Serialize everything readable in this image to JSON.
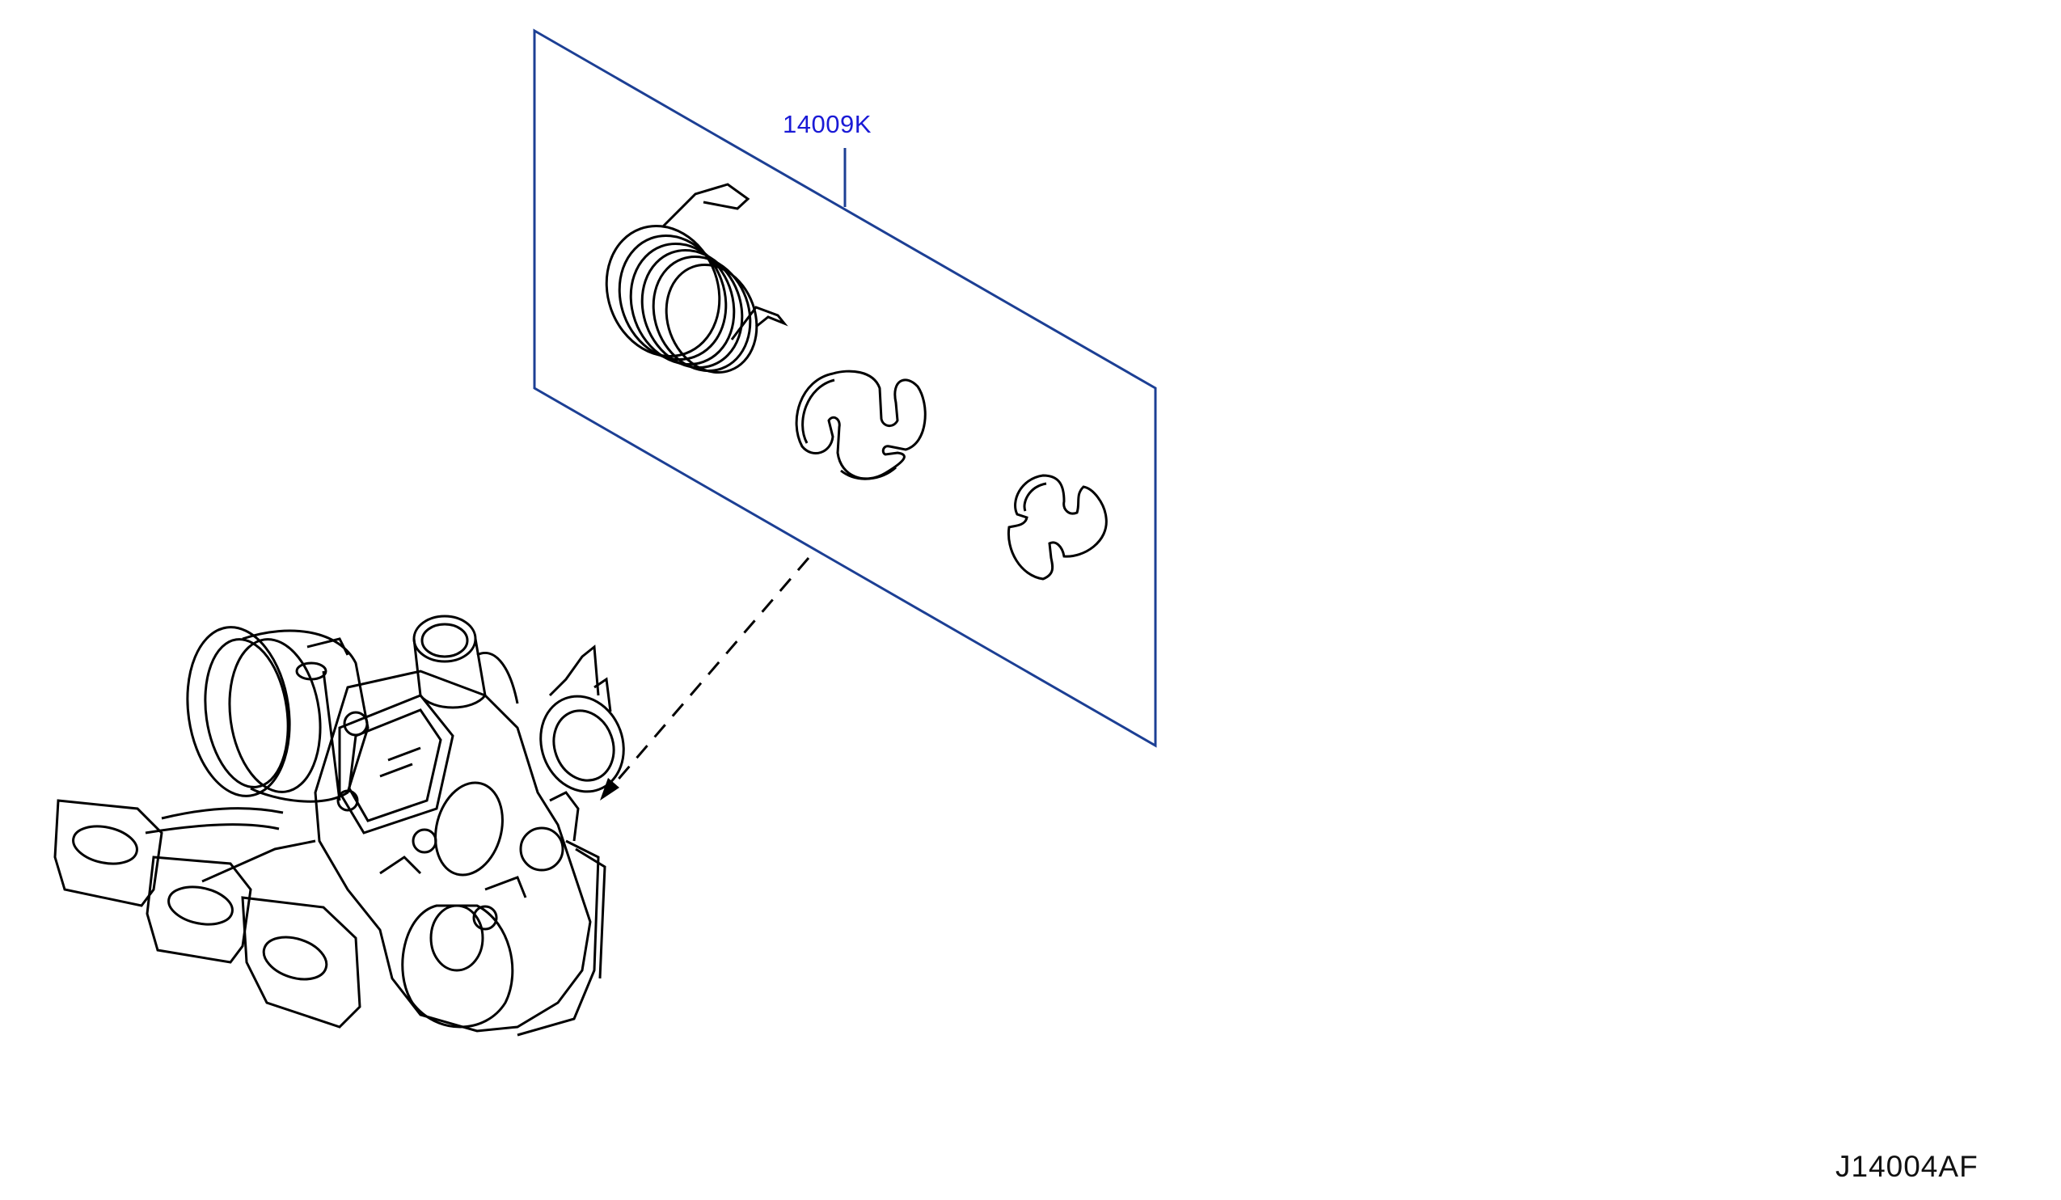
{
  "callout": {
    "part_number": "14009K"
  },
  "footer": {
    "diagram_code": "J14004AF"
  },
  "colors": {
    "callout_line": "#1c3f94",
    "label_text": "#1a1ad6",
    "line_art": "#000000"
  },
  "parts": [
    {
      "name": "torsion-spring"
    },
    {
      "name": "e-clip-large"
    },
    {
      "name": "e-clip-small"
    },
    {
      "name": "turbocharger-assembly"
    }
  ]
}
